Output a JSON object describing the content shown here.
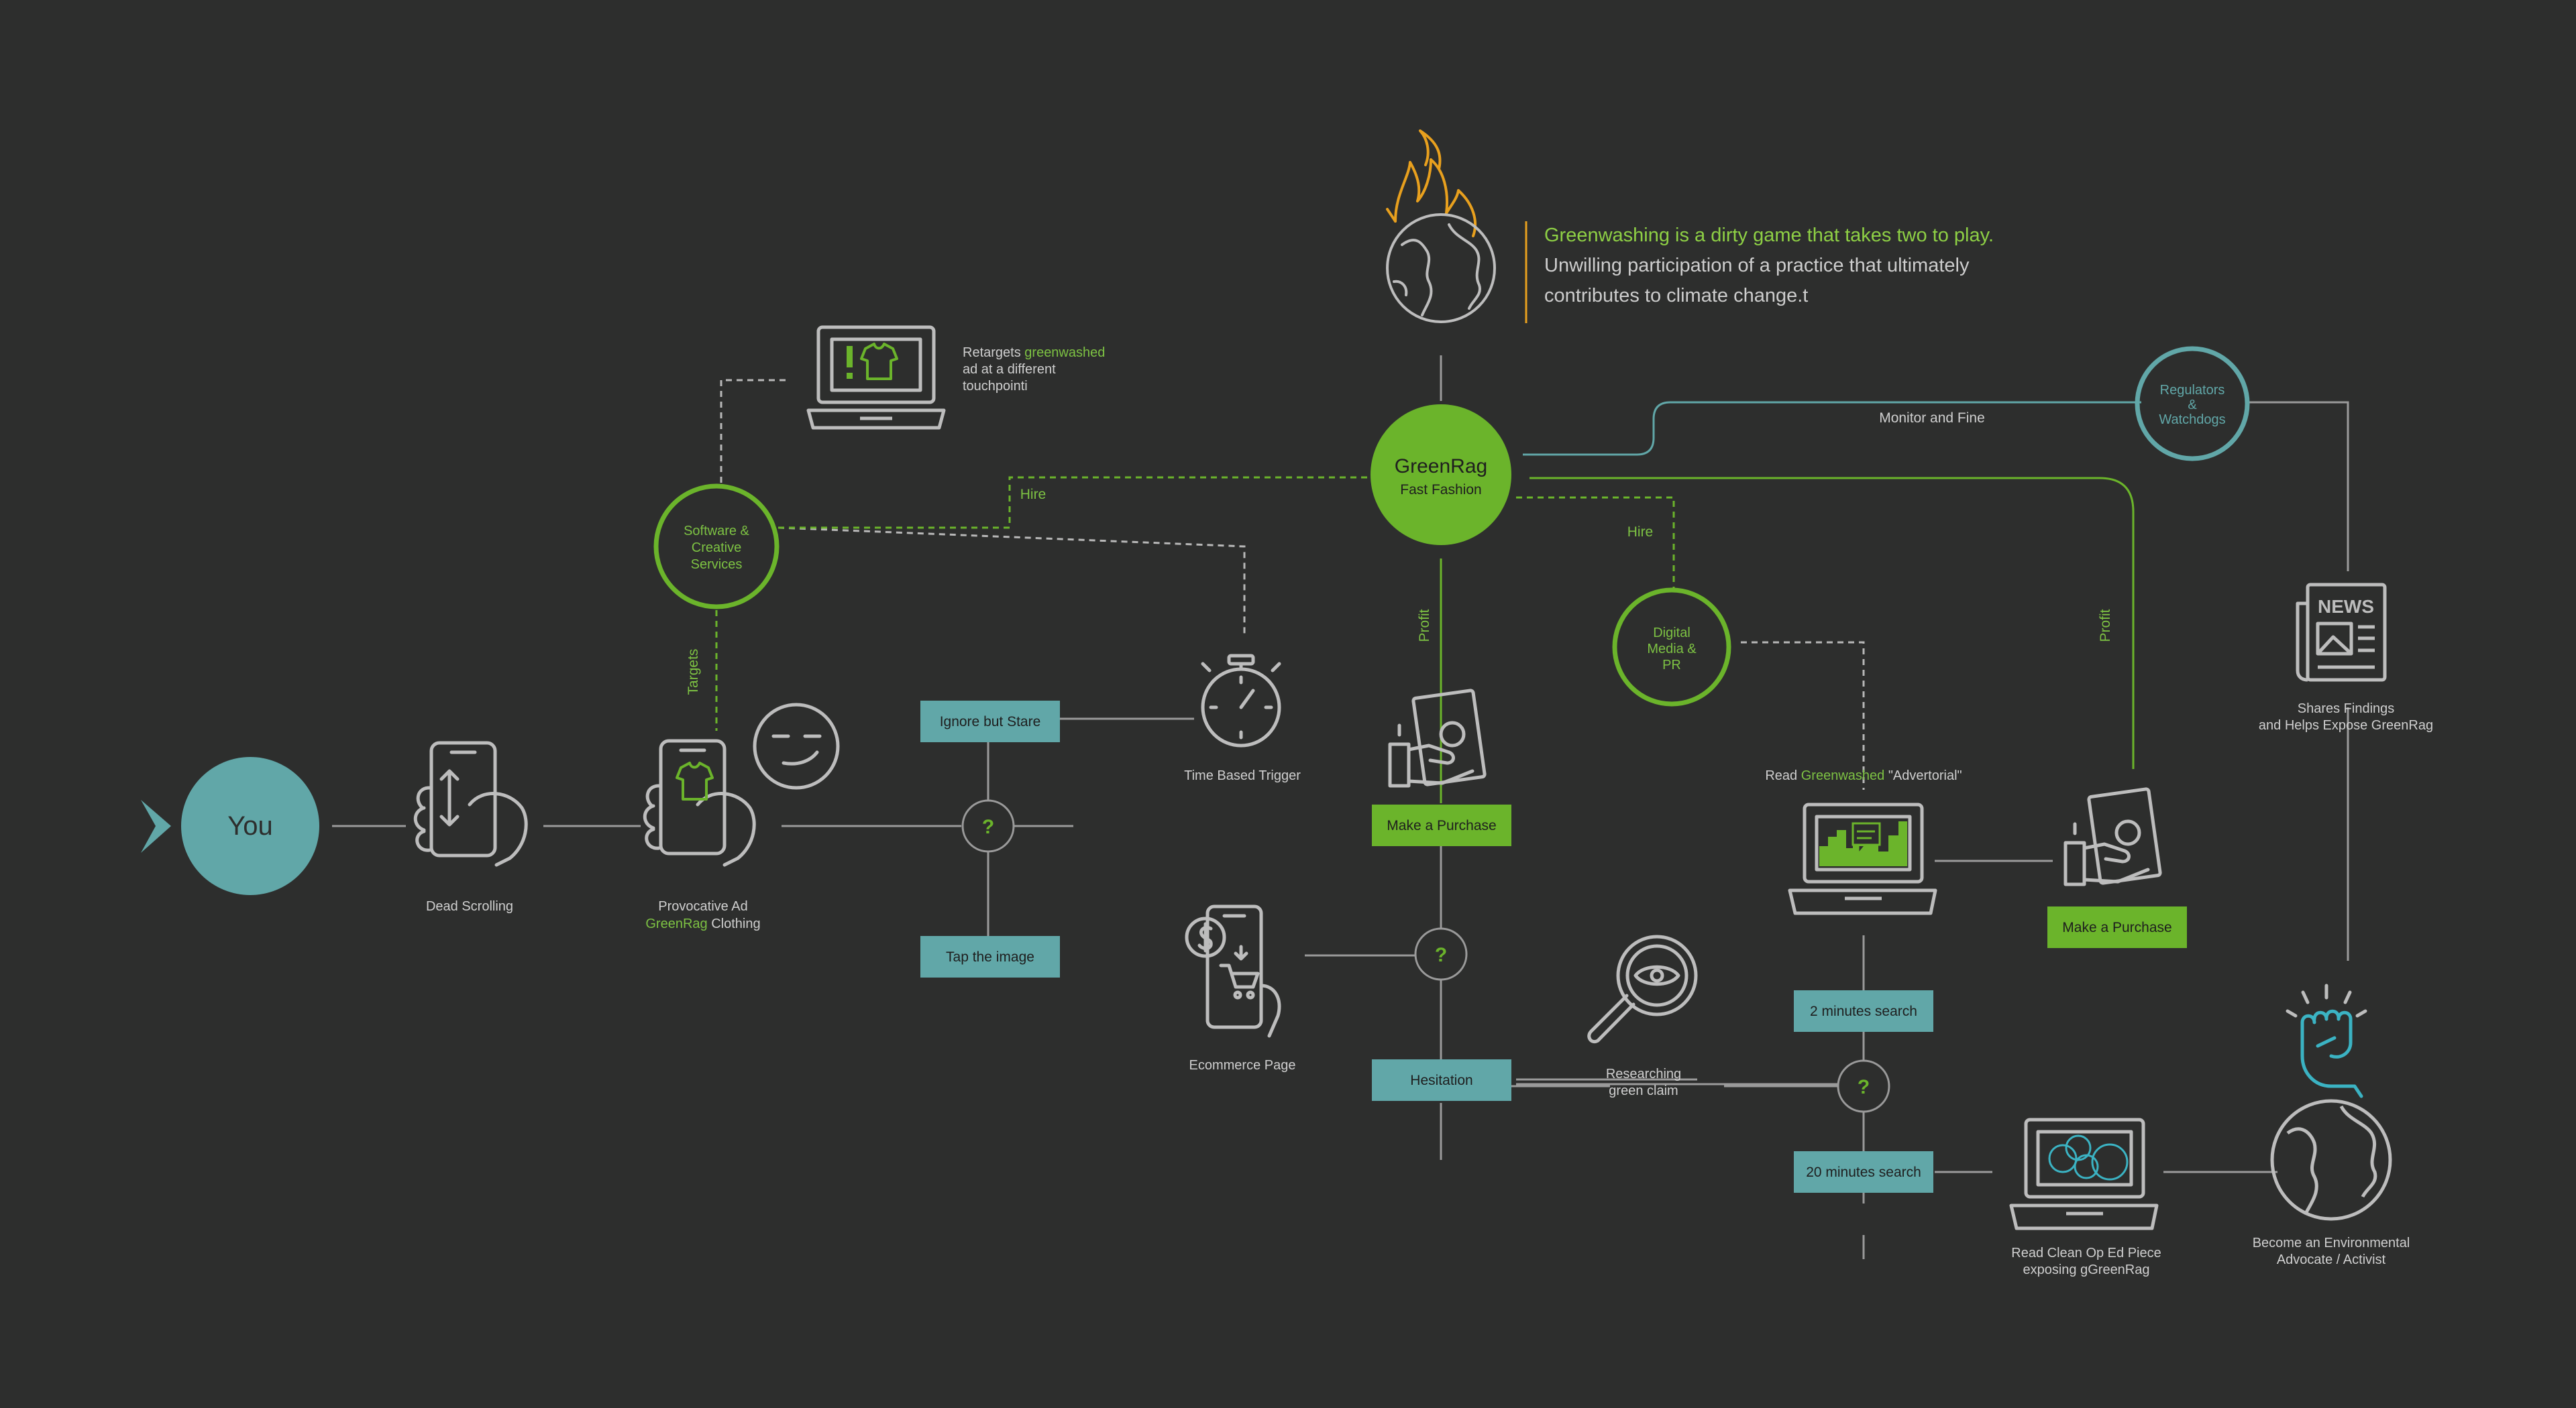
{
  "colors": {
    "background": "#2d2e2d",
    "green": "#6bb42b",
    "green_text": "#7dc243",
    "teal": "#61a7a8",
    "teal_box": "#61a7a8",
    "gray": "#bdbdbd",
    "flame": "#e8a01e"
  },
  "header": {
    "title": "Greenwashing is a dirty game that takes two to play.",
    "line1": "Unwilling participation of a practice that ultimately",
    "line2": "contributes to climate change.t"
  },
  "nodes": {
    "you": "You",
    "greenrag": {
      "line1": "GreenRag",
      "line2": "Fast Fashion"
    },
    "software": {
      "line1": "Software &",
      "line2": "Creative",
      "line3": "Services"
    },
    "digital": {
      "line1": "Digital",
      "line2": "Media &",
      "line3": "PR"
    },
    "regulators": {
      "line1": "Regulators",
      "line2": "&",
      "line3": "Watchdogs"
    }
  },
  "boxes": {
    "ignore": "Ignore but Stare",
    "tap": "Tap the image",
    "purchase1": "Make a Purchase",
    "hesitation": "Hesitation",
    "search2": "2 minutes search",
    "search20": "20 minutes search",
    "purchase2": "Make a Purchase"
  },
  "decisions": {
    "symbol": "?"
  },
  "edge_labels": {
    "hire1": "Hire",
    "hire2": "Hire",
    "targets": "Targets",
    "profit1": "Profit",
    "profit2": "Profit",
    "monitor": "Monitor and Fine"
  },
  "labels": {
    "dead_scrolling": "Dead Scrolling",
    "provocative_line1": "Provocative Ad",
    "provocative_brand": "GreenRag",
    "provocative_rest": "Clothing",
    "retarget_pre": "Retargets",
    "retarget_green": "greenwashed",
    "retarget_line2": "ad at a different",
    "retarget_line3": "touchpointi",
    "time_trigger": "Time Based Trigger",
    "ecommerce": "Ecommerce Page",
    "research_line1": "Researching",
    "research_line2": "green claim",
    "read_pre": "Read",
    "read_green": "Greenwashed",
    "read_post": "\"Advertorial\"",
    "clean_line1": "Read Clean Op Ed Piece",
    "clean_line2": "exposing gGreenRag",
    "shares_line1": "Shares Findings",
    "shares_line2": "and Helps Expose GreenRag",
    "advocate_line1": "Become an Environmental",
    "advocate_line2": "Advocate / Activist",
    "news": "NEWS"
  }
}
